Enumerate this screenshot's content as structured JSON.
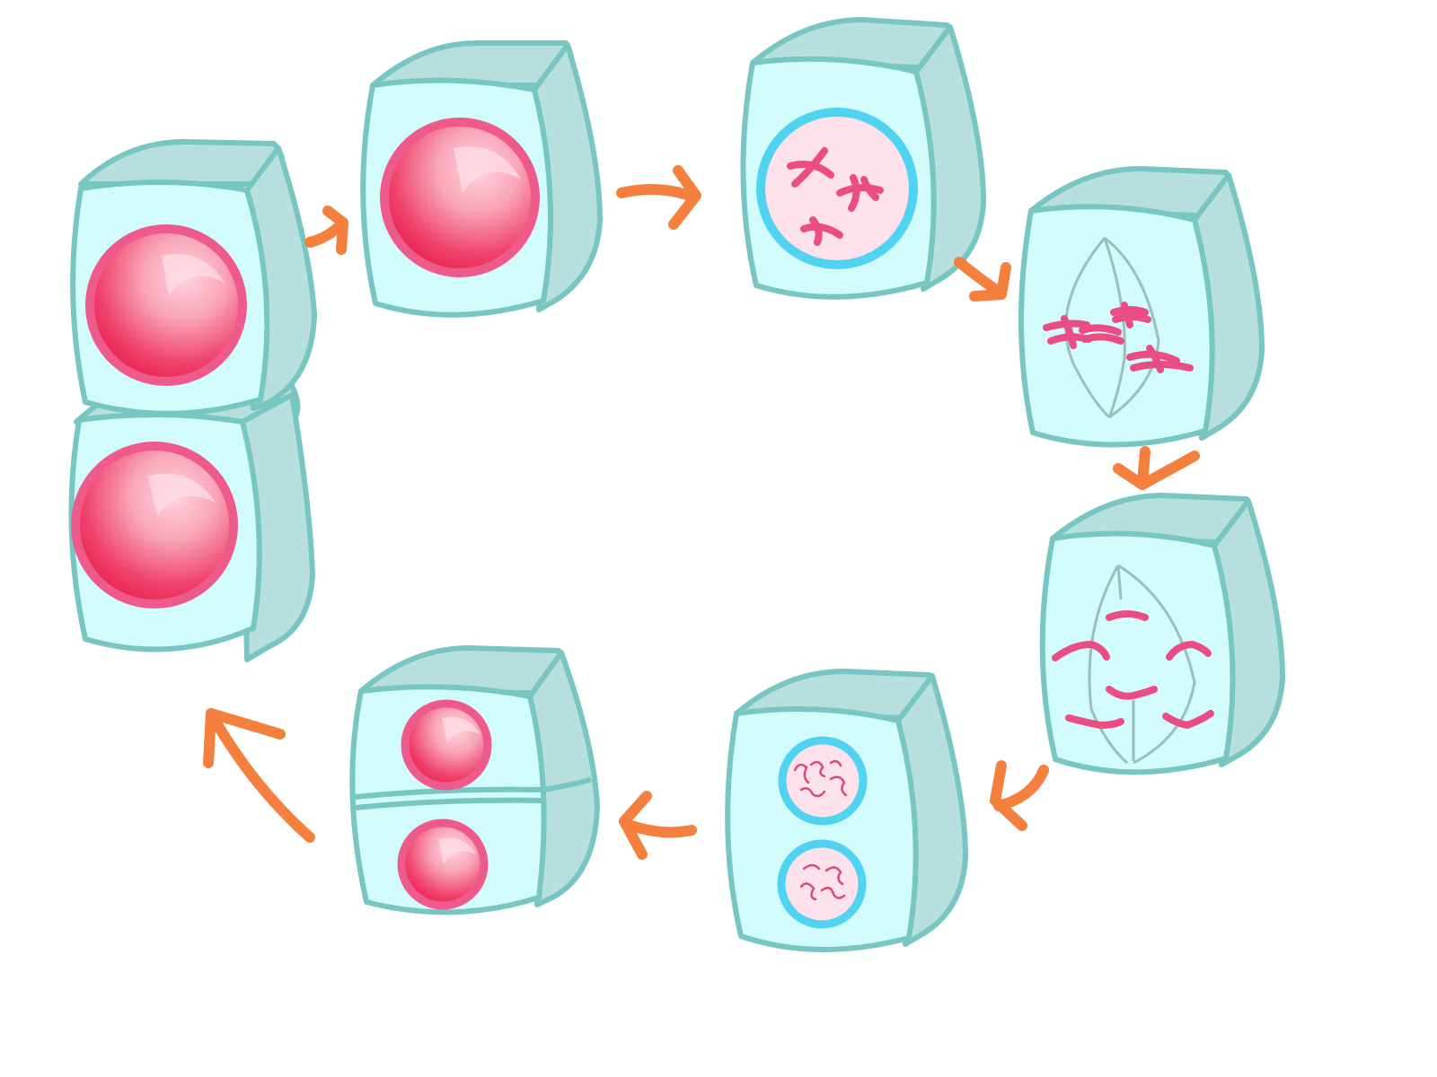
{
  "diagram": {
    "type": "cell-cycle-illustration",
    "colors": {
      "cell_face": "#d2fbfb",
      "cell_side": "#b7dfdd",
      "cell_outline": "#78c6c1",
      "nucleus_fill": "#f0426b",
      "nucleus_ring": "#ef5a8c",
      "nuclear_envelope": "#4fd3f0",
      "chromosome": "#ea4c84",
      "arrow": "#f57f3c"
    },
    "stages": [
      {
        "id": "two-daughter-cells",
        "cells": 2
      },
      {
        "id": "cell-with-nucleus",
        "cells": 1
      },
      {
        "id": "chromosomes-condensing",
        "cells": 1
      },
      {
        "id": "chromosomes-at-center-with-spindle",
        "cells": 1
      },
      {
        "id": "chromosomes-separating",
        "cells": 1
      },
      {
        "id": "two-nuclei-forming",
        "cells": 1
      },
      {
        "id": "cell-dividing-in-two",
        "cells": 2
      }
    ],
    "arrows": 7
  }
}
